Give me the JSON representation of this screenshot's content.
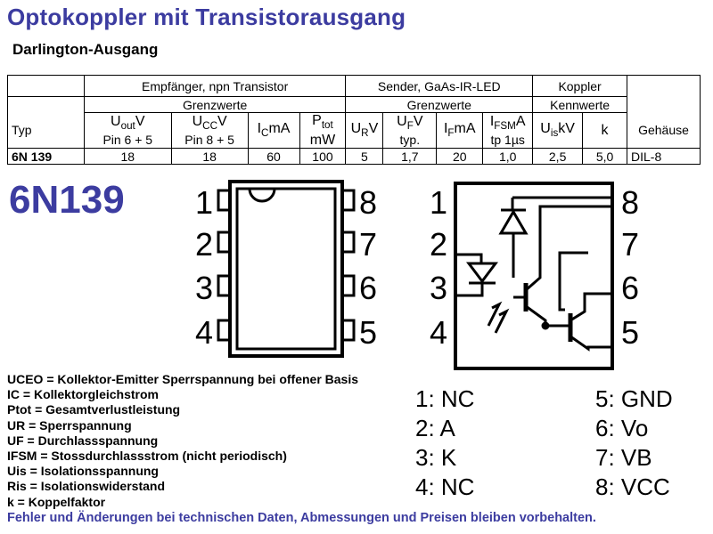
{
  "title": "Optokoppler mit Transistorausgang",
  "subtitle": "Darlington-Ausgang",
  "table": {
    "group_receiver": "Empfänger, npn Transistor",
    "group_sender": "Sender, GaAs-IR-LED",
    "group_coupler": "Koppler",
    "limits": "Grenzwerte",
    "characteristics": "Kennwerte",
    "col_typ": "Typ",
    "col_uout_main": "U",
    "col_uout_sub": "out",
    "col_uout_unit": "V",
    "col_uout_pins": "Pin 6 + 5",
    "col_ucc_main": "U",
    "col_ucc_sub": "CC",
    "col_ucc_unit": "V",
    "col_ucc_pins": "Pin 8 + 5",
    "col_ic_main": "I",
    "col_ic_sub": "C",
    "col_ic_unit": "mA",
    "col_ptot_main": "P",
    "col_ptot_sub": "tot",
    "col_ptot_unit": "mW",
    "col_ur_main": "U",
    "col_ur_sub": "R",
    "col_ur_unit": "V",
    "col_uf_main": "U",
    "col_uf_sub": "F",
    "col_uf_unit": "V",
    "col_uf_note": "typ.",
    "col_if_main": "I",
    "col_if_sub": "F",
    "col_if_unit": "mA",
    "col_ifsm_main": "I",
    "col_ifsm_sub": "FSM",
    "col_ifsm_unit": "A",
    "col_ifsm_note": "tp 1µs",
    "col_uis_main": "U",
    "col_uis_sub": "is",
    "col_uis_unit": "kV",
    "col_k": "k",
    "col_housing": "Gehäuse",
    "row": {
      "typ": "6N 139",
      "uout": "18",
      "ucc": "18",
      "ic": "60",
      "ptot": "100",
      "ur": "5",
      "uf": "1,7",
      "if": "20",
      "ifsm": "1,0",
      "uis": "2,5",
      "k": "5,0",
      "housing": "DIL-8"
    }
  },
  "part_number": "6N139",
  "package_pins": {
    "left": [
      "1",
      "2",
      "3",
      "4"
    ],
    "right": [
      "8",
      "7",
      "6",
      "5"
    ]
  },
  "legend": [
    "UCEO = Kollektor-Emitter Sperrspannung bei offener Basis",
    "IC = Kollektorgleichstrom",
    "Ptot = Gesamtverlustleistung",
    "UR = Sperrspannung",
    "UF = Durchlassspannung",
    "IFSM = Stossdurchlassstrom (nicht periodisch)",
    "Uis = Isolationsspannung",
    "Ris = Isolationswiderstand",
    "k = Koppelfaktor"
  ],
  "pinout_left": [
    "1: NC",
    "2: A",
    "3: K",
    "4: NC"
  ],
  "pinout_right": [
    "5: GND",
    "6: Vo",
    "7: VB",
    "8: VCC"
  ],
  "footer": "Fehler und Änderungen bei technischen Daten, Abmessungen und Preisen bleiben vorbehalten."
}
